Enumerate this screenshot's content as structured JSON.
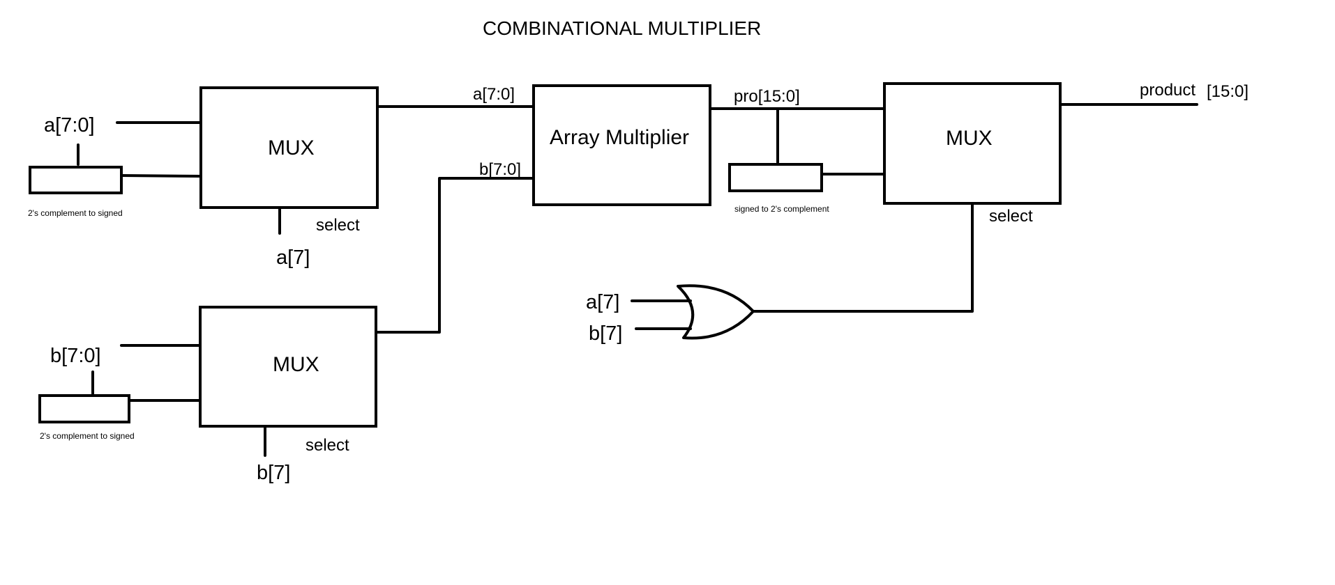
{
  "title": "COMBINATIONAL MULTIPLIER",
  "blocks": {
    "mux_a": "MUX",
    "mux_b": "MUX",
    "multiplier": "Array Multiplier",
    "mux_out": "MUX"
  },
  "converters": {
    "a": "2's complement to signed",
    "b": "2's complement to signed",
    "pro": "signed to 2's complement"
  },
  "signals": {
    "a_in": "a[7:0]",
    "a_sel": "a[7]",
    "select_a": "select",
    "b_in": "b[7:0]",
    "b_sel": "b[7]",
    "select_b": "select",
    "mult_a": "a[7:0]",
    "mult_b": "b[7:0]",
    "pro": "pro[15:0]",
    "product": "product",
    "product_width": "[15:0]",
    "select_out": "select",
    "or_a": "a[7]",
    "or_b": "b[7]"
  },
  "colors": {
    "ink": "#000000",
    "background": "#ffffff"
  }
}
